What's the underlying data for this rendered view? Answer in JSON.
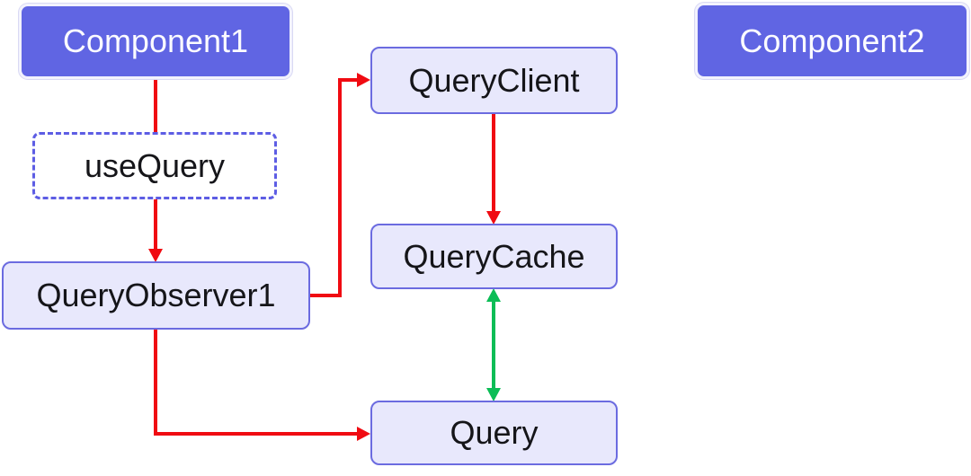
{
  "diagram": {
    "nodes": [
      {
        "id": "component1",
        "label": "Component1",
        "variant": "primary"
      },
      {
        "id": "useQuery",
        "label": "useQuery",
        "variant": "dashed"
      },
      {
        "id": "queryObserver1",
        "label": "QueryObserver1",
        "variant": "light"
      },
      {
        "id": "queryClient",
        "label": "QueryClient",
        "variant": "light"
      },
      {
        "id": "queryCache",
        "label": "QueryCache",
        "variant": "light"
      },
      {
        "id": "query",
        "label": "Query",
        "variant": "light"
      },
      {
        "id": "component2",
        "label": "Component2",
        "variant": "primary"
      }
    ],
    "edges": [
      {
        "from": "Component1",
        "to": "useQuery",
        "color": "red",
        "arrow": "none"
      },
      {
        "from": "useQuery",
        "to": "QueryObserver1",
        "color": "red",
        "arrow": "end"
      },
      {
        "from": "QueryObserver1",
        "to": "QueryClient",
        "color": "red",
        "arrow": "end"
      },
      {
        "from": "QueryClient",
        "to": "QueryCache",
        "color": "red",
        "arrow": "end"
      },
      {
        "from": "QueryCache",
        "to": "Query",
        "color": "green",
        "arrow": "both"
      },
      {
        "from": "QueryObserver1",
        "to": "Query",
        "color": "red",
        "arrow": "end"
      }
    ],
    "colors": {
      "primary_fill": "#6065e3",
      "primary_text": "#fbfbff",
      "light_fill": "#e8e8fc",
      "node_border": "#6b6be0",
      "edge_red": "#f00b12",
      "edge_green": "#0cbd56",
      "background": "#ffffff"
    }
  }
}
